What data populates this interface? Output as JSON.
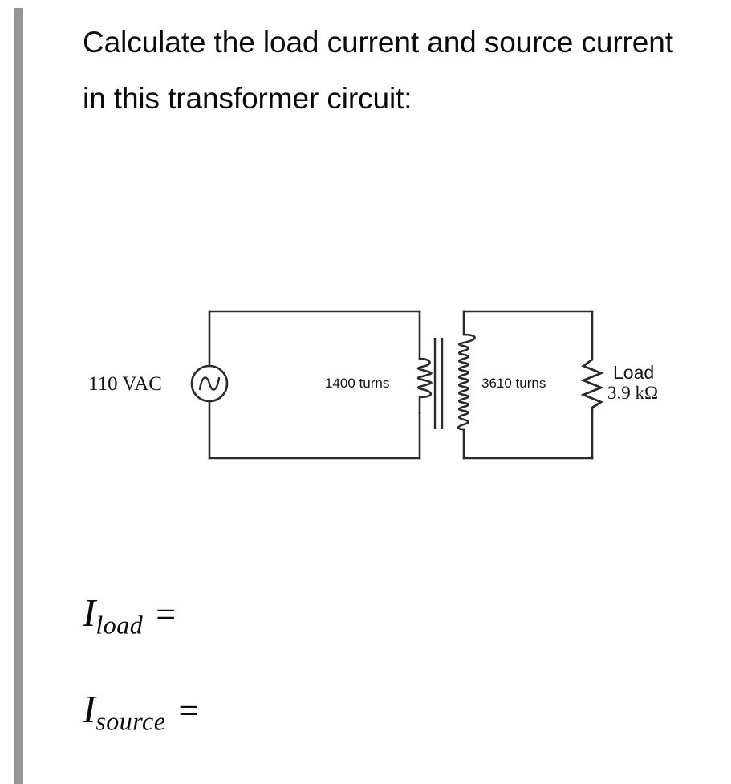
{
  "page": {
    "background_color": "#ffffff",
    "accent_bar_color": "#959595"
  },
  "question": {
    "text": "Calculate the load current and source current in this transformer circuit:"
  },
  "circuit": {
    "title": "transformer-circuit-diagram",
    "source_label": "110 VAC",
    "primary_turns_label": "1400 turns",
    "secondary_turns_label": "3610 turns",
    "load_label": "Load",
    "load_value": "3.9 kΩ",
    "stroke_color": "#2b2b2b",
    "primary_coil_loops": 4,
    "secondary_coil_loops": 11
  },
  "answers": [
    {
      "id": "load",
      "symbol": "I",
      "subscript": "load",
      "equals": "=",
      "value": ""
    },
    {
      "id": "source",
      "symbol": "I",
      "subscript": "source",
      "equals": "=",
      "value": ""
    }
  ]
}
